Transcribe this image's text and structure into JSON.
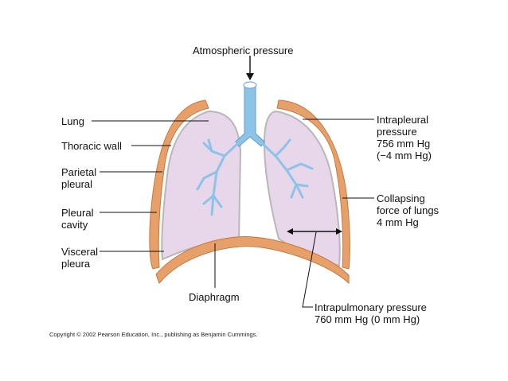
{
  "labels": {
    "atmospheric_pressure": "Atmospheric pressure",
    "lung": "Lung",
    "thoracic_wall": "Thoracic wall",
    "parietal_pleural": [
      "Parietal",
      "pleural"
    ],
    "pleural_cavity": [
      "Pleural",
      "cavity"
    ],
    "visceral_pleura": [
      "Visceral",
      "pleura"
    ],
    "diaphragm": "Diaphragm",
    "intrapleural_pressure": [
      "Intrapleural",
      "pressure",
      "756 mm Hg",
      "(−4 mm Hg)"
    ],
    "collapsing_force": [
      "Collapsing",
      "force of lungs",
      "4 mm Hg"
    ],
    "intrapulmonary_pressure": [
      "Intrapulmonary pressure",
      "760 mm Hg (0 mm Hg)"
    ]
  },
  "copyright": "Copyright © 2002 Pearson Education, Inc., publishing as Benjamin Cummings.",
  "colors": {
    "thoracic_wall": "#e8a06a",
    "thoracic_wall_stroke": "#c9773f",
    "lung_fill": "#e8d6ea",
    "pleura_stroke": "#b8b8b8",
    "airway": "#8ec3e8",
    "airway_stroke": "#5f9fcf",
    "leader_line": "#111111"
  }
}
